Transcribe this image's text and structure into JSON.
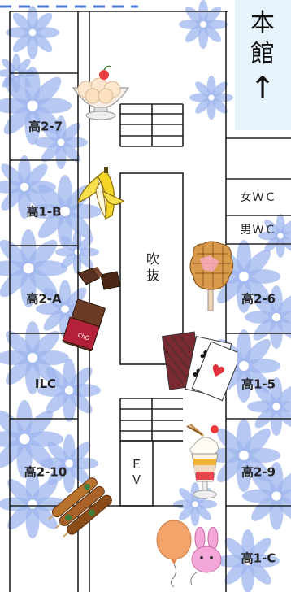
{
  "map": {
    "main_building": {
      "label": "本館",
      "arrow": "↑"
    },
    "rooms": {
      "kou2_7": "高2-7",
      "kou1_b": "高1-B",
      "kou2_a": "高2-A",
      "ilc": "ILC",
      "kou2_10": "高2-10",
      "kou2_6": "高2-6",
      "kou1_5": "高1-5",
      "kou2_9": "高2-9",
      "kou1_c": "高1-C"
    },
    "restrooms": {
      "women": "女ＷＣ",
      "men": "男ＷＣ"
    },
    "atrium": "吹抜",
    "elevator": "ＥＶ"
  },
  "icons": [
    "fruit-dessert-bowl-icon",
    "banana-icon",
    "chocolate-pieces-icon",
    "chocolate-bar-icon",
    "waffle-on-stick-icon",
    "playing-cards-icon",
    "parfait-icon",
    "skewers-icon",
    "balloon-icon",
    "bunny-balloon-icon"
  ],
  "colors": {
    "flower": "#9fb6ee",
    "main_building_bg": "#e6f3fb",
    "wall": "#222222",
    "dash": "#4a78d6"
  }
}
